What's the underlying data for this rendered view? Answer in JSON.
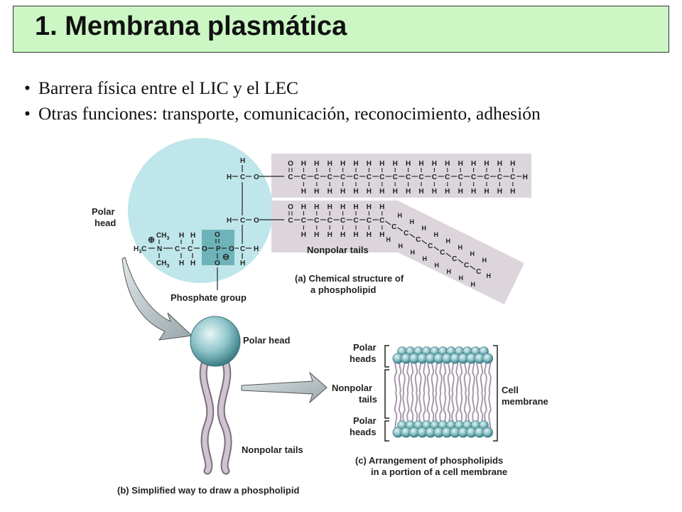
{
  "slide": {
    "title": "1. Membrana plasmática",
    "bullets": [
      "Barrera física entre el LIC y el LEC",
      "Otras funciones: transporte, comunicación, reconocimiento, adhesión"
    ]
  },
  "figure": {
    "polar_head_label": [
      "Polar",
      "head"
    ],
    "phosphate_group_label": "Phosphate group",
    "nonpolar_tails_label": "Nonpolar tails",
    "caption_a": [
      "(a) Chemical structure of",
      "a phospholipid"
    ],
    "polar_head_label_b": "Polar head",
    "nonpolar_tails_label_b": "Nonpolar tails",
    "caption_b": "(b) Simplified way to draw a phospholipid",
    "polar_heads_top": [
      "Polar",
      "heads"
    ],
    "nonpolar_tails_c": [
      "Nonpolar",
      "tails"
    ],
    "polar_heads_bottom": [
      "Polar",
      "heads"
    ],
    "cell_membrane": [
      "Cell",
      "membrane"
    ],
    "caption_c": [
      "(c) Arrangement of phospholipids",
      "in a portion of a cell membrane"
    ],
    "chem": {
      "choline": {
        "ch3_top": "CH3",
        "h3c": "H3C",
        "n": "N",
        "ch3_bottom": "CH3",
        "plus": "⊕"
      },
      "phosphate": {
        "o_top": "O",
        "p": "P",
        "o_left": "O",
        "o_right": "O",
        "o_bottom": "O",
        "minus": "⊖"
      },
      "glycerol": [
        "H",
        "C",
        "O",
        "H",
        "C",
        "O",
        "C",
        "H",
        "H"
      ]
    }
  }
}
